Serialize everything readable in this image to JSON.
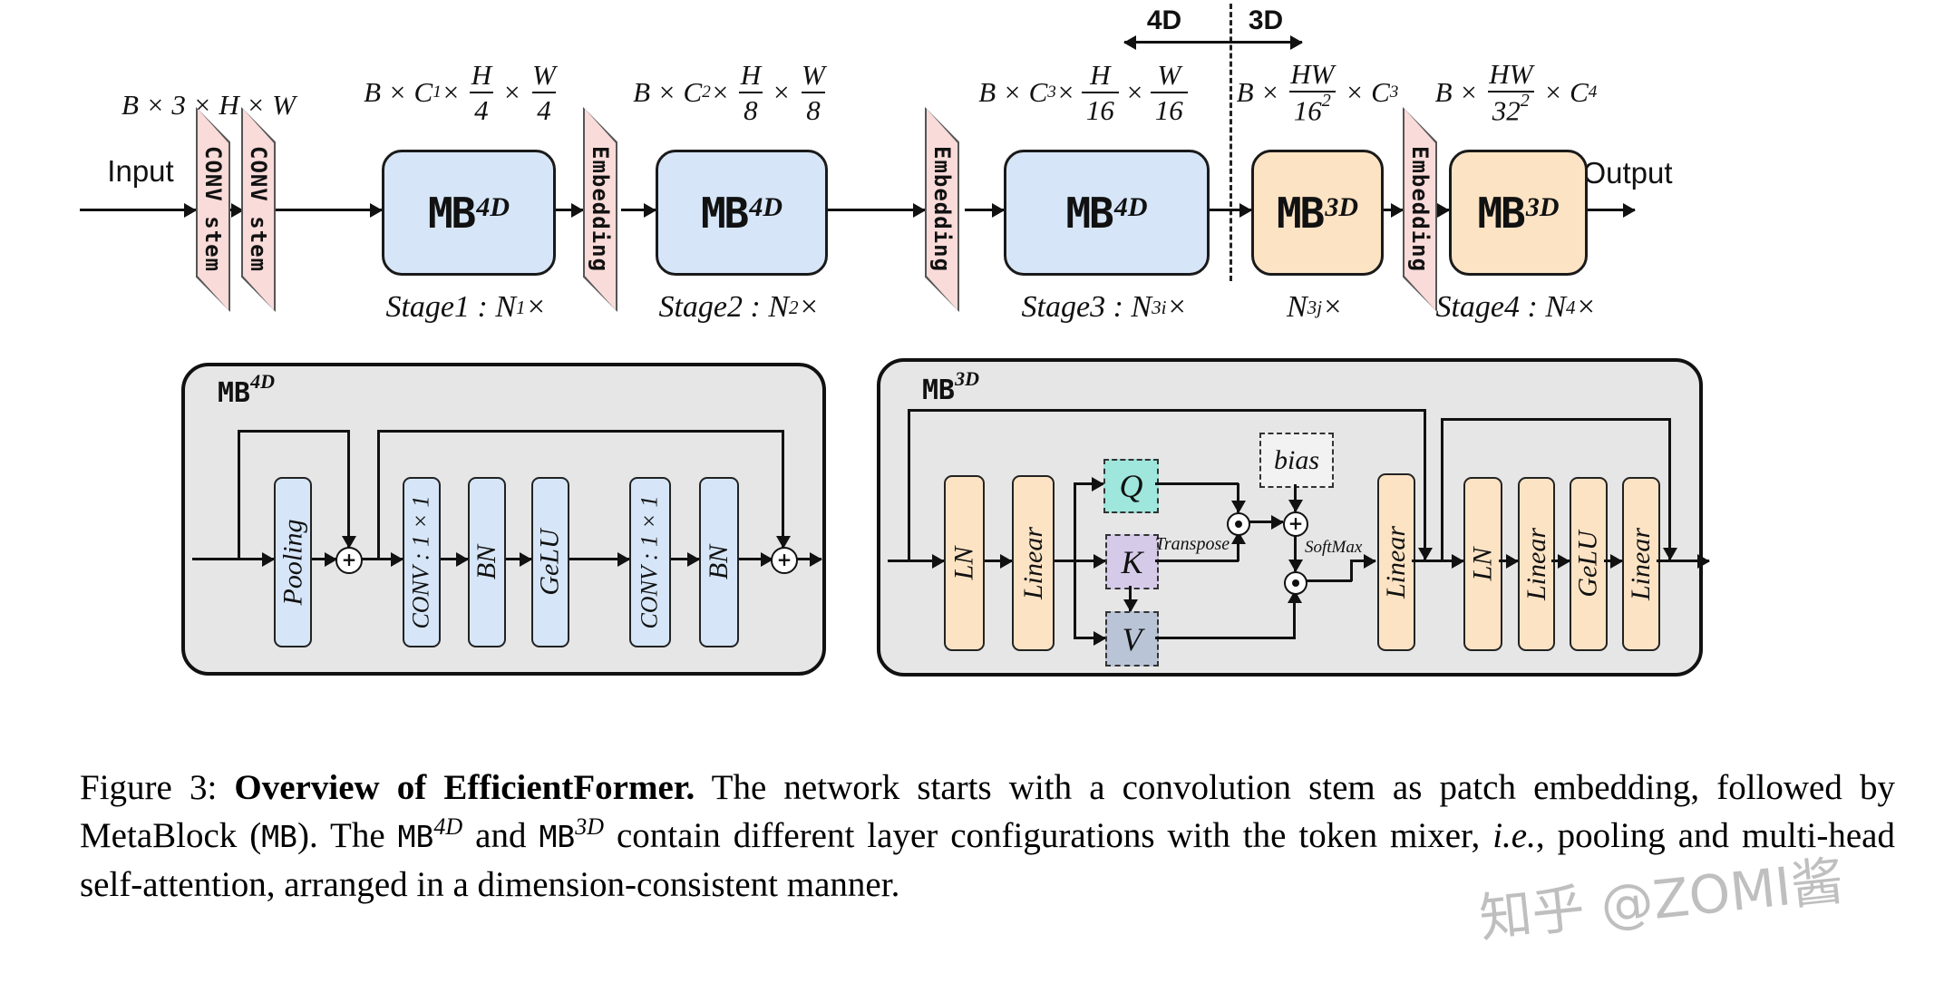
{
  "colors": {
    "blue": "#d6e6f8",
    "orange": "#fce3c4",
    "pink": "#f9dbd9",
    "panel_gray": "#e6e6e6",
    "q_teal": "#9fe6dc",
    "k_lavender": "#d5cbe9",
    "v_gray_blue": "#b9c5d7",
    "bias_gray": "#f2f2f2",
    "line": "#111111"
  },
  "top": {
    "input": "Input",
    "output": "Output",
    "divider": {
      "left": "4D",
      "right": "3D"
    },
    "stems": [
      "CONV stem",
      "CONV stem"
    ],
    "embeddings": [
      "Embedding",
      "Embedding",
      "Embedding"
    ],
    "blocks": [
      {
        "base": "MB",
        "sup": "4D"
      },
      {
        "base": "MB",
        "sup": "4D"
      },
      {
        "base": "MB",
        "sup": "4D"
      },
      {
        "base": "MB",
        "sup": "3D"
      },
      {
        "base": "MB",
        "sup": "3D"
      }
    ],
    "dims": [
      [
        {
          "t": "B × 3 × H × W"
        }
      ],
      [
        {
          "t": "B × C"
        },
        {
          "sub": "1"
        },
        {
          "t": " ×"
        },
        {
          "frac": {
            "n": "H",
            "d": "4"
          }
        },
        {
          "t": "×"
        },
        {
          "frac": {
            "n": "W",
            "d": "4"
          }
        }
      ],
      [
        {
          "t": "B × C"
        },
        {
          "sub": "2"
        },
        {
          "t": " ×"
        },
        {
          "frac": {
            "n": "H",
            "d": "8"
          }
        },
        {
          "t": "×"
        },
        {
          "frac": {
            "n": "W",
            "d": "8"
          }
        }
      ],
      [
        {
          "t": "B × C"
        },
        {
          "sub": "3"
        },
        {
          "t": " ×"
        },
        {
          "frac": {
            "n": "H",
            "d": "16"
          }
        },
        {
          "t": "×"
        },
        {
          "frac": {
            "n": "W",
            "d": "16"
          }
        }
      ],
      [
        {
          "t": "B ×"
        },
        {
          "frac": {
            "n": "HW",
            "d": "16",
            "dsup": "2"
          }
        },
        {
          "t": "× C"
        },
        {
          "sub": "3"
        }
      ],
      [
        {
          "t": "B ×"
        },
        {
          "frac": {
            "n": "HW",
            "d": "32",
            "dsup": "2"
          }
        },
        {
          "t": "× C"
        },
        {
          "sub": "4"
        }
      ]
    ],
    "stages": [
      [
        {
          "t": "Stage1 : N"
        },
        {
          "sub": "1"
        },
        {
          "t": "×"
        }
      ],
      [
        {
          "t": "Stage2 : N"
        },
        {
          "sub": "2"
        },
        {
          "t": "×"
        }
      ],
      [
        {
          "t": "Stage3 : N"
        },
        {
          "sub": "3i"
        },
        {
          "t": "×"
        }
      ],
      [
        {
          "t": "N"
        },
        {
          "sub": "3j"
        },
        {
          "t": "×"
        }
      ],
      [
        {
          "t": "Stage4 : N"
        },
        {
          "sub": "4"
        },
        {
          "t": "×"
        }
      ]
    ]
  },
  "mb4d": {
    "title": {
      "base": "MB",
      "sup": "4D"
    },
    "pooling": "Pooling",
    "conv1": "CONV : 1 × 1",
    "bn1": "BN",
    "gelu": "GeLU",
    "conv2": "CONV : 1 × 1",
    "bn2": "BN",
    "plus": "+"
  },
  "mb3d": {
    "title": {
      "base": "MB",
      "sup": "3D"
    },
    "ln1": "LN",
    "linear1": "Linear",
    "q": "Q",
    "k": "K",
    "v": "V",
    "transpose": "Transpose",
    "bias": "bias",
    "softmax": "SoftMax",
    "linear_attn": "Linear",
    "ln2": "LN",
    "linear2": "Linear",
    "gelu": "GeLU",
    "linear3": "Linear",
    "plus": "+"
  },
  "caption": {
    "segments": [
      {
        "t": "Figure 3: "
      },
      {
        "t": "Overview of EfficientFormer.",
        "style": "bold"
      },
      {
        "t": "  The network starts with a convolution stem as patch embedding, followed by MetaBlock ("
      },
      {
        "t": "MB",
        "style": "mono"
      },
      {
        "t": "). The "
      },
      {
        "t": "MB",
        "style": "mono"
      },
      {
        "t": "4D",
        "style": "sup"
      },
      {
        "t": " and "
      },
      {
        "t": "MB",
        "style": "mono"
      },
      {
        "t": "3D",
        "style": "sup"
      },
      {
        "t": " contain different layer configurations with the token mixer, "
      },
      {
        "t": "i.e.",
        "style": "italic"
      },
      {
        "t": ", pooling and multi-head self-attention, arranged in a dimension-consistent manner."
      }
    ]
  },
  "watermark": "知乎 @ZOMI酱"
}
